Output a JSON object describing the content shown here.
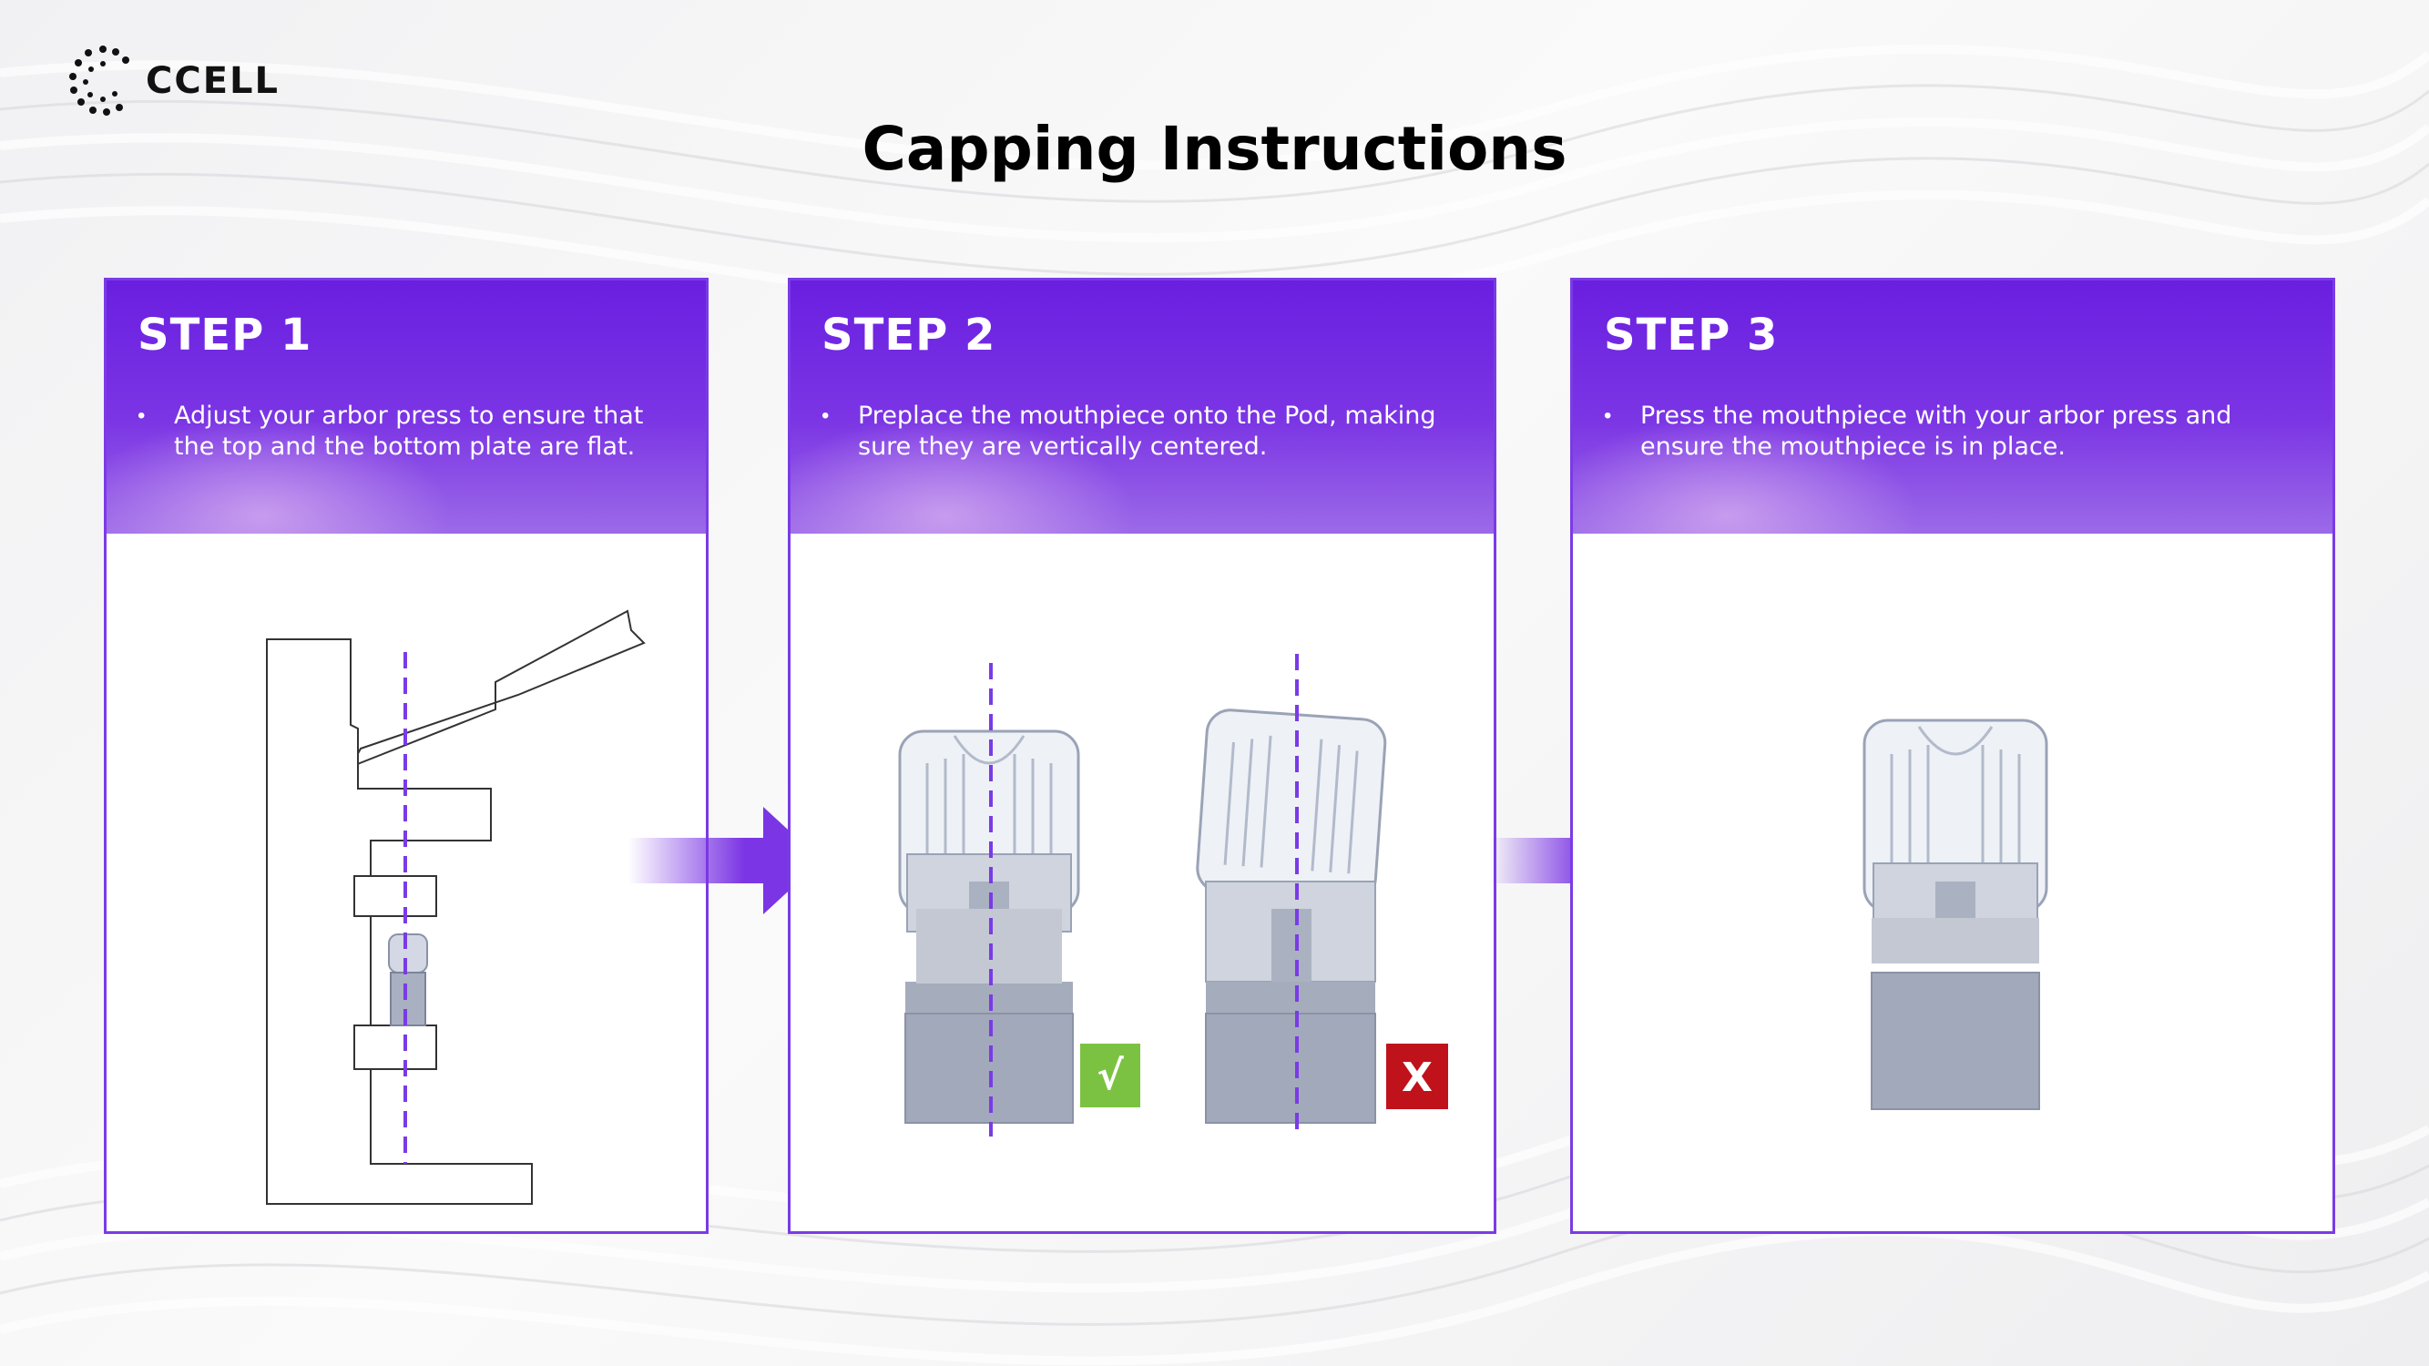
{
  "brand": {
    "name": "CCELL"
  },
  "page": {
    "title": "Capping Instructions"
  },
  "steps": [
    {
      "label": "STEP 1",
      "text": "Adjust your arbor press to ensure that the top and the bottom plate are flat."
    },
    {
      "label": "STEP 2",
      "text": "Preplace the mouthpiece onto the Pod, making sure they are vertically centered."
    },
    {
      "label": "STEP 3",
      "text": "Press the mouthpiece with your arbor press and ensure the mouthpiece is in place."
    }
  ],
  "step2": {
    "correct_mark": "√",
    "wrong_mark": "X"
  },
  "colors": {
    "accent": "#6a1fe0",
    "correct": "#7cc242",
    "wrong": "#c0121b"
  }
}
